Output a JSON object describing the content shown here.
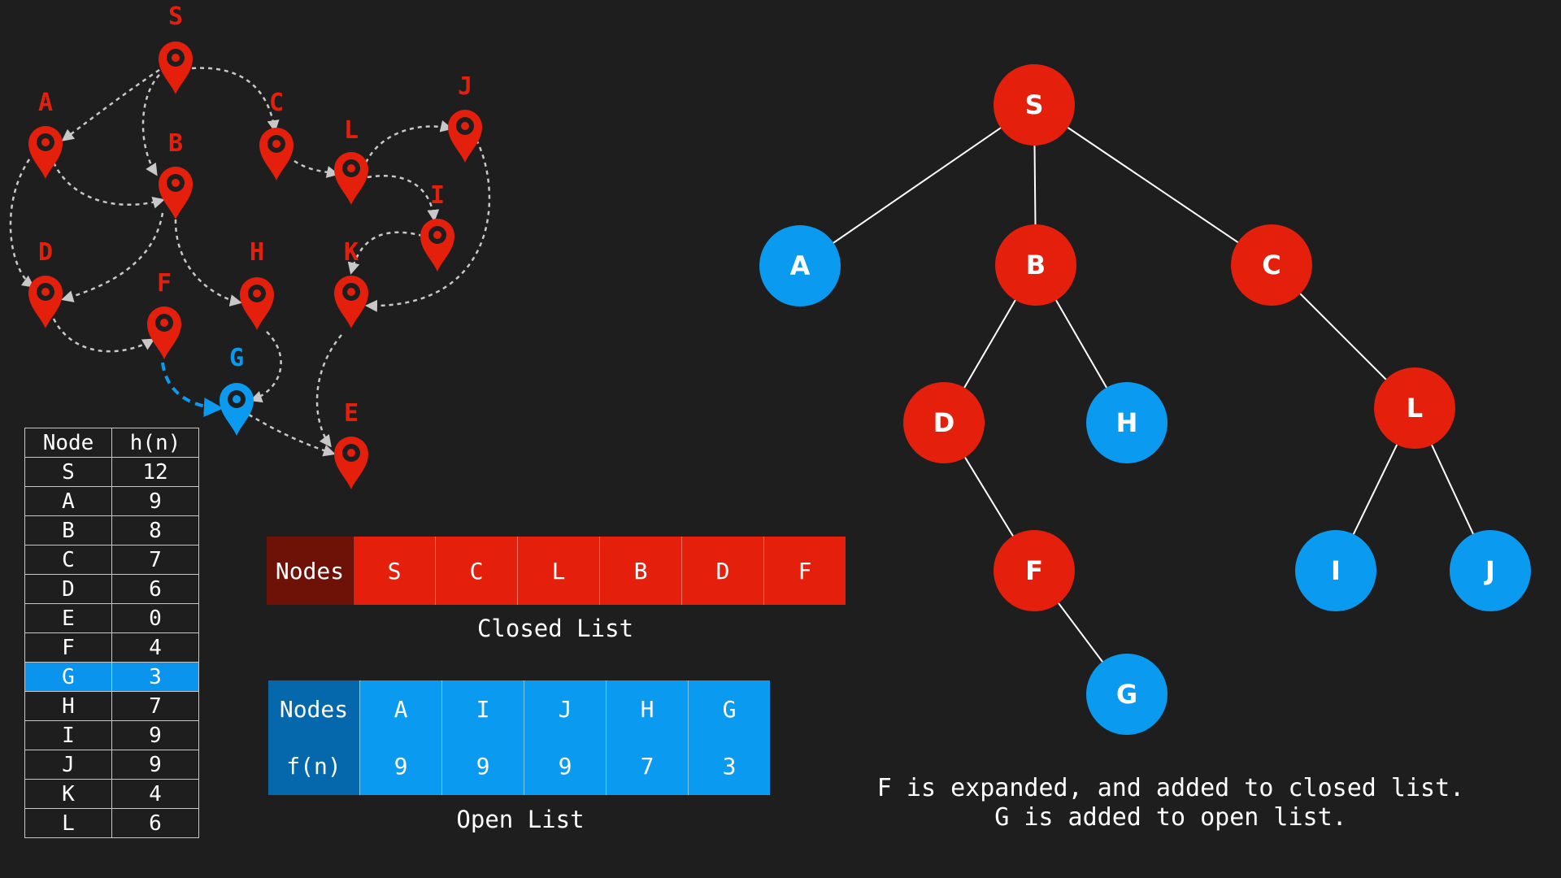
{
  "colors": {
    "background": "#1e1e1e",
    "red": "#e4200d",
    "blue": "#0a9af0",
    "dark_red": "#6e1208",
    "dark_blue": "#0568ad",
    "edge_gray": "#c8c8c8"
  },
  "map": {
    "nodes": [
      {
        "label": "S",
        "color": "red"
      },
      {
        "label": "A",
        "color": "red"
      },
      {
        "label": "B",
        "color": "red"
      },
      {
        "label": "C",
        "color": "red"
      },
      {
        "label": "L",
        "color": "red"
      },
      {
        "label": "J",
        "color": "red"
      },
      {
        "label": "I",
        "color": "red"
      },
      {
        "label": "D",
        "color": "red"
      },
      {
        "label": "F",
        "color": "red"
      },
      {
        "label": "H",
        "color": "red"
      },
      {
        "label": "K",
        "color": "red"
      },
      {
        "label": "G",
        "color": "blue"
      },
      {
        "label": "E",
        "color": "red"
      }
    ],
    "highlighted_edge": [
      "F",
      "G"
    ],
    "icon": "map-pin-icon"
  },
  "heuristic_table": {
    "headers": [
      "Node",
      "h(n)"
    ],
    "rows": [
      {
        "node": "S",
        "h": "12"
      },
      {
        "node": "A",
        "h": "9"
      },
      {
        "node": "B",
        "h": "8"
      },
      {
        "node": "C",
        "h": "7"
      },
      {
        "node": "D",
        "h": "6"
      },
      {
        "node": "E",
        "h": "0"
      },
      {
        "node": "F",
        "h": "4"
      },
      {
        "node": "G",
        "h": "3"
      },
      {
        "node": "H",
        "h": "7"
      },
      {
        "node": "I",
        "h": "9"
      },
      {
        "node": "J",
        "h": "9"
      },
      {
        "node": "K",
        "h": "4"
      },
      {
        "node": "L",
        "h": "6"
      }
    ],
    "highlighted_row": "G"
  },
  "closed_list": {
    "header": "Nodes",
    "items": [
      "S",
      "C",
      "L",
      "B",
      "D",
      "F"
    ],
    "caption": "Closed List"
  },
  "open_list": {
    "header_nodes": "Nodes",
    "header_fn": "f(n)",
    "items": [
      {
        "node": "A",
        "f": "9"
      },
      {
        "node": "I",
        "f": "9"
      },
      {
        "node": "J",
        "f": "9"
      },
      {
        "node": "H",
        "f": "7"
      },
      {
        "node": "G",
        "f": "3"
      }
    ],
    "caption": "Open List"
  },
  "tree": {
    "nodes": [
      {
        "label": "S",
        "color": "red"
      },
      {
        "label": "A",
        "color": "blue"
      },
      {
        "label": "B",
        "color": "red"
      },
      {
        "label": "C",
        "color": "red"
      },
      {
        "label": "D",
        "color": "red"
      },
      {
        "label": "H",
        "color": "blue"
      },
      {
        "label": "L",
        "color": "red"
      },
      {
        "label": "F",
        "color": "red"
      },
      {
        "label": "I",
        "color": "blue"
      },
      {
        "label": "J",
        "color": "blue"
      },
      {
        "label": "G",
        "color": "blue"
      }
    ],
    "edges": [
      [
        "S",
        "A"
      ],
      [
        "S",
        "B"
      ],
      [
        "S",
        "C"
      ],
      [
        "B",
        "D"
      ],
      [
        "B",
        "H"
      ],
      [
        "C",
        "L"
      ],
      [
        "D",
        "F"
      ],
      [
        "L",
        "I"
      ],
      [
        "L",
        "J"
      ],
      [
        "F",
        "G"
      ]
    ]
  },
  "status_text": "F is expanded, and added to closed list.\nG is added to open list."
}
